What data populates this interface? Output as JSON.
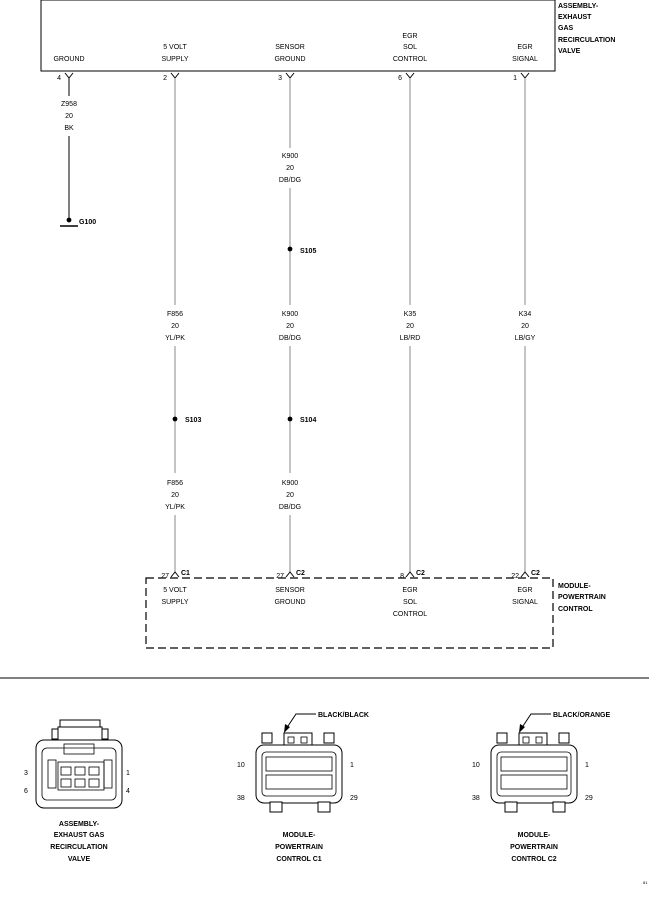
{
  "egr_valve": {
    "title_lines": [
      "ASSEMBLY-",
      "EXHAUST",
      "GAS",
      "RECIRCULATION",
      "VALVE"
    ],
    "pins": [
      {
        "pin": "4",
        "label": [
          "GROUND"
        ]
      },
      {
        "pin": "2",
        "label": [
          "5 VOLT",
          "SUPPLY"
        ]
      },
      {
        "pin": "3",
        "label": [
          "SENSOR",
          "GROUND"
        ]
      },
      {
        "pin": "6",
        "label": [
          "EGR",
          "SOL",
          "CONTROL"
        ]
      },
      {
        "pin": "1",
        "label": [
          "EGR",
          "SIGNAL"
        ]
      }
    ]
  },
  "wires": {
    "ground": {
      "circuit": "Z958",
      "gauge": "20",
      "color": "BK"
    },
    "supply_upper": {
      "circuit": "F856",
      "gauge": "20",
      "color": "YL/PK"
    },
    "supply_lower": {
      "circuit": "F856",
      "gauge": "20",
      "color": "YL/PK"
    },
    "sensor_a": {
      "circuit": "K900",
      "gauge": "20",
      "color": "DB/DG"
    },
    "sensor_b": {
      "circuit": "K900",
      "gauge": "20",
      "color": "DB/DG"
    },
    "sensor_c": {
      "circuit": "K900",
      "gauge": "20",
      "color": "DB/DG"
    },
    "sol_control": {
      "circuit": "K35",
      "gauge": "20",
      "color": "LB/RD"
    },
    "egr_signal": {
      "circuit": "K34",
      "gauge": "20",
      "color": "LB/GY"
    }
  },
  "ground_point": "G100",
  "splices": {
    "s105": "S105",
    "s103": "S103",
    "s104": "S104"
  },
  "pcm": {
    "title_lines": [
      "MODULE-",
      "POWERTRAIN",
      "CONTROL"
    ],
    "pins": [
      {
        "pin": "27",
        "conn": "C1",
        "label": [
          "5 VOLT",
          "SUPPLY"
        ]
      },
      {
        "pin": "27",
        "conn": "C2",
        "label": [
          "SENSOR",
          "GROUND"
        ]
      },
      {
        "pin": "8",
        "conn": "C2",
        "label": [
          "EGR",
          "SOL",
          "CONTROL"
        ]
      },
      {
        "pin": "22",
        "conn": "C2",
        "label": [
          "EGR",
          "SIGNAL"
        ]
      }
    ]
  },
  "connector_views": {
    "egr": {
      "caption": [
        "ASSEMBLY-",
        "EXHAUST GAS",
        "RECIRCULATION",
        "VALVE"
      ],
      "pins": {
        "tl": "3",
        "tr": "1",
        "bl": "6",
        "br": "4"
      }
    },
    "c1": {
      "caption": [
        "MODULE-",
        "POWERTRAIN",
        "CONTROL C1"
      ],
      "color_label": "BLACK/BLACK",
      "pins": {
        "tl": "10",
        "tr": "1",
        "bl": "38",
        "br": "29"
      }
    },
    "c2": {
      "caption": [
        "MODULE-",
        "POWERTRAIN",
        "CONTROL C2"
      ],
      "color_label": "BLACK/ORANGE",
      "pins": {
        "tl": "10",
        "tr": "1",
        "bl": "38",
        "br": "29"
      }
    }
  },
  "page_code": "81"
}
